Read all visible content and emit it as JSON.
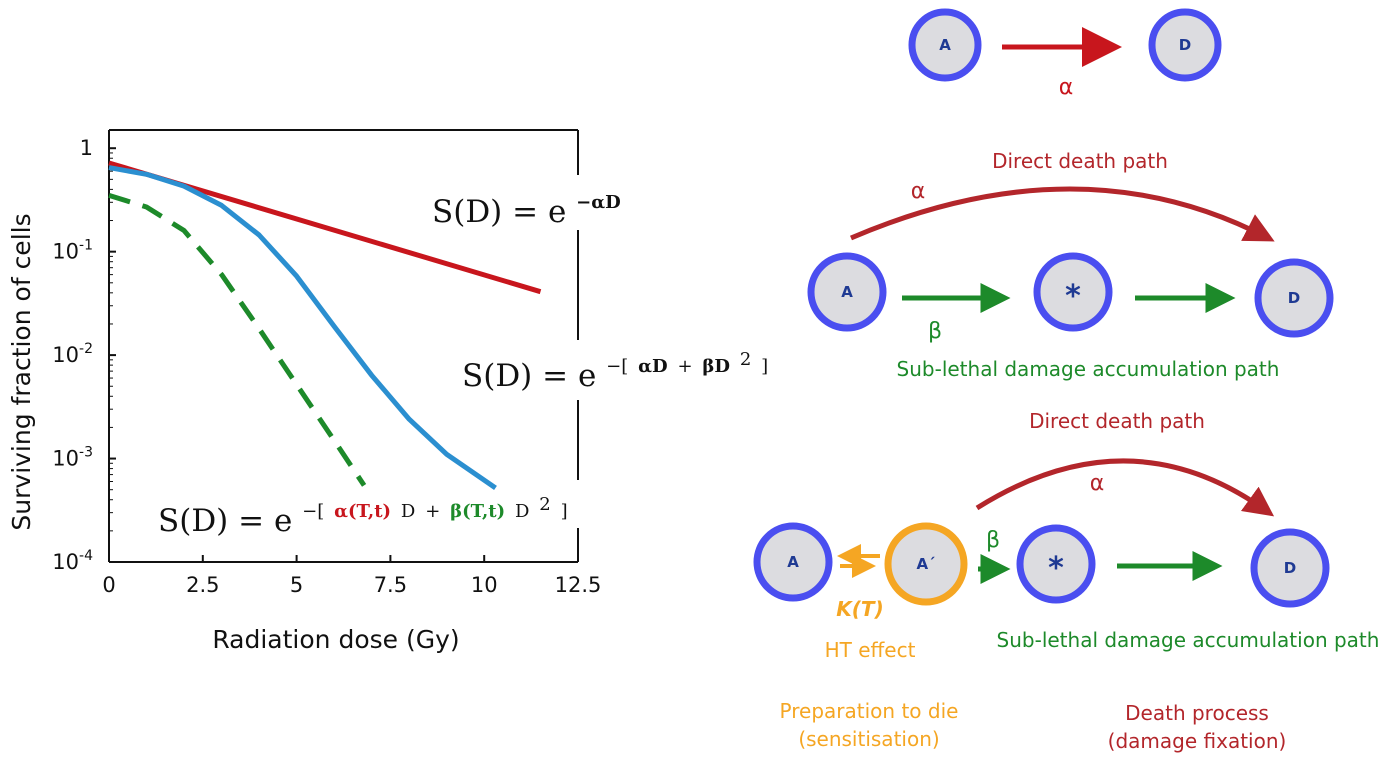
{
  "chart_data": {
    "type": "line",
    "xlabel": "Radiation dose (Gy)",
    "ylabel": "Surviving fraction of cells",
    "xlim": [
      0,
      12.5
    ],
    "ylim": [
      0.0001,
      1.5
    ],
    "yscale": "log",
    "xticks": [
      "0",
      "2.5",
      "5",
      "7.5",
      "10",
      "12.5"
    ],
    "yticks": [
      {
        "base": "1",
        "exp": ""
      },
      {
        "base": "10",
        "exp": "-1"
      },
      {
        "base": "10",
        "exp": "-2"
      },
      {
        "base": "10",
        "exp": "-3"
      },
      {
        "base": "10",
        "exp": "-4"
      }
    ],
    "grid": false,
    "series": [
      {
        "color": "#c8161d",
        "style": "solid",
        "x": [
          0,
          11.5
        ],
        "y": [
          0.72,
          0.041
        ]
      },
      {
        "color": "#2b8fd0",
        "style": "solid",
        "x": [
          0,
          1,
          2,
          3,
          4,
          5,
          6,
          7,
          8,
          9,
          10.3
        ],
        "y": [
          0.65,
          0.56,
          0.43,
          0.28,
          0.145,
          0.058,
          0.019,
          0.0064,
          0.0024,
          0.0011,
          0.00052
        ]
      },
      {
        "color": "#1d8a2a",
        "style": "dashed",
        "x": [
          0,
          1,
          2,
          3,
          4,
          5,
          6,
          6.8
        ],
        "y": [
          0.35,
          0.27,
          0.16,
          0.06,
          0.018,
          0.0052,
          0.0015,
          0.00055
        ]
      }
    ]
  },
  "equations": {
    "eq1": {
      "lhs": "S(D) = e",
      "exp": "−αD"
    },
    "eq2": {
      "lhs": "S(D) = e",
      "minus": "−[",
      "a": "αD",
      "plus": "+",
      "b": "βD",
      "sq": "2",
      "close": "]"
    },
    "eq3": {
      "lhs": "S(D) = e",
      "minus": "−[",
      "a": "α(T,t)",
      "d1": "D",
      "plus": "+",
      "b": "β(T,t)",
      "d2": "D",
      "sq": "2",
      "close": "]"
    }
  },
  "diagram": {
    "top": {
      "node_a": "A",
      "node_d": "D",
      "alpha": "α"
    },
    "middle": {
      "direct_path": "Direct death path",
      "alpha": "α",
      "node_a": "A",
      "node_star": "*",
      "node_d": "D",
      "beta": "β",
      "sublethal_path": "Sub-lethal damage accumulation path"
    },
    "bottom": {
      "direct_path": "Direct death path",
      "alpha": "α",
      "node_a": "A",
      "node_a_prime": "A´",
      "node_star": "*",
      "node_d": "D",
      "beta": "β",
      "kt": "K(T)",
      "ht_effect": "HT effect",
      "sublethal_path": "Sub-lethal damage accumulation path",
      "prep_line1": "Preparation to die",
      "prep_line2": "(sensitisation)",
      "death_line1": "Death process",
      "death_line2": "(damage fixation)"
    }
  },
  "colors": {
    "red": "#c8161d",
    "dark_red": "#b3262b",
    "green": "#1d8a2a",
    "blue": "#2b8fd0",
    "orange": "#f5a623",
    "node_border": "#4a4ef0",
    "node_fill": "#dcdce0"
  }
}
